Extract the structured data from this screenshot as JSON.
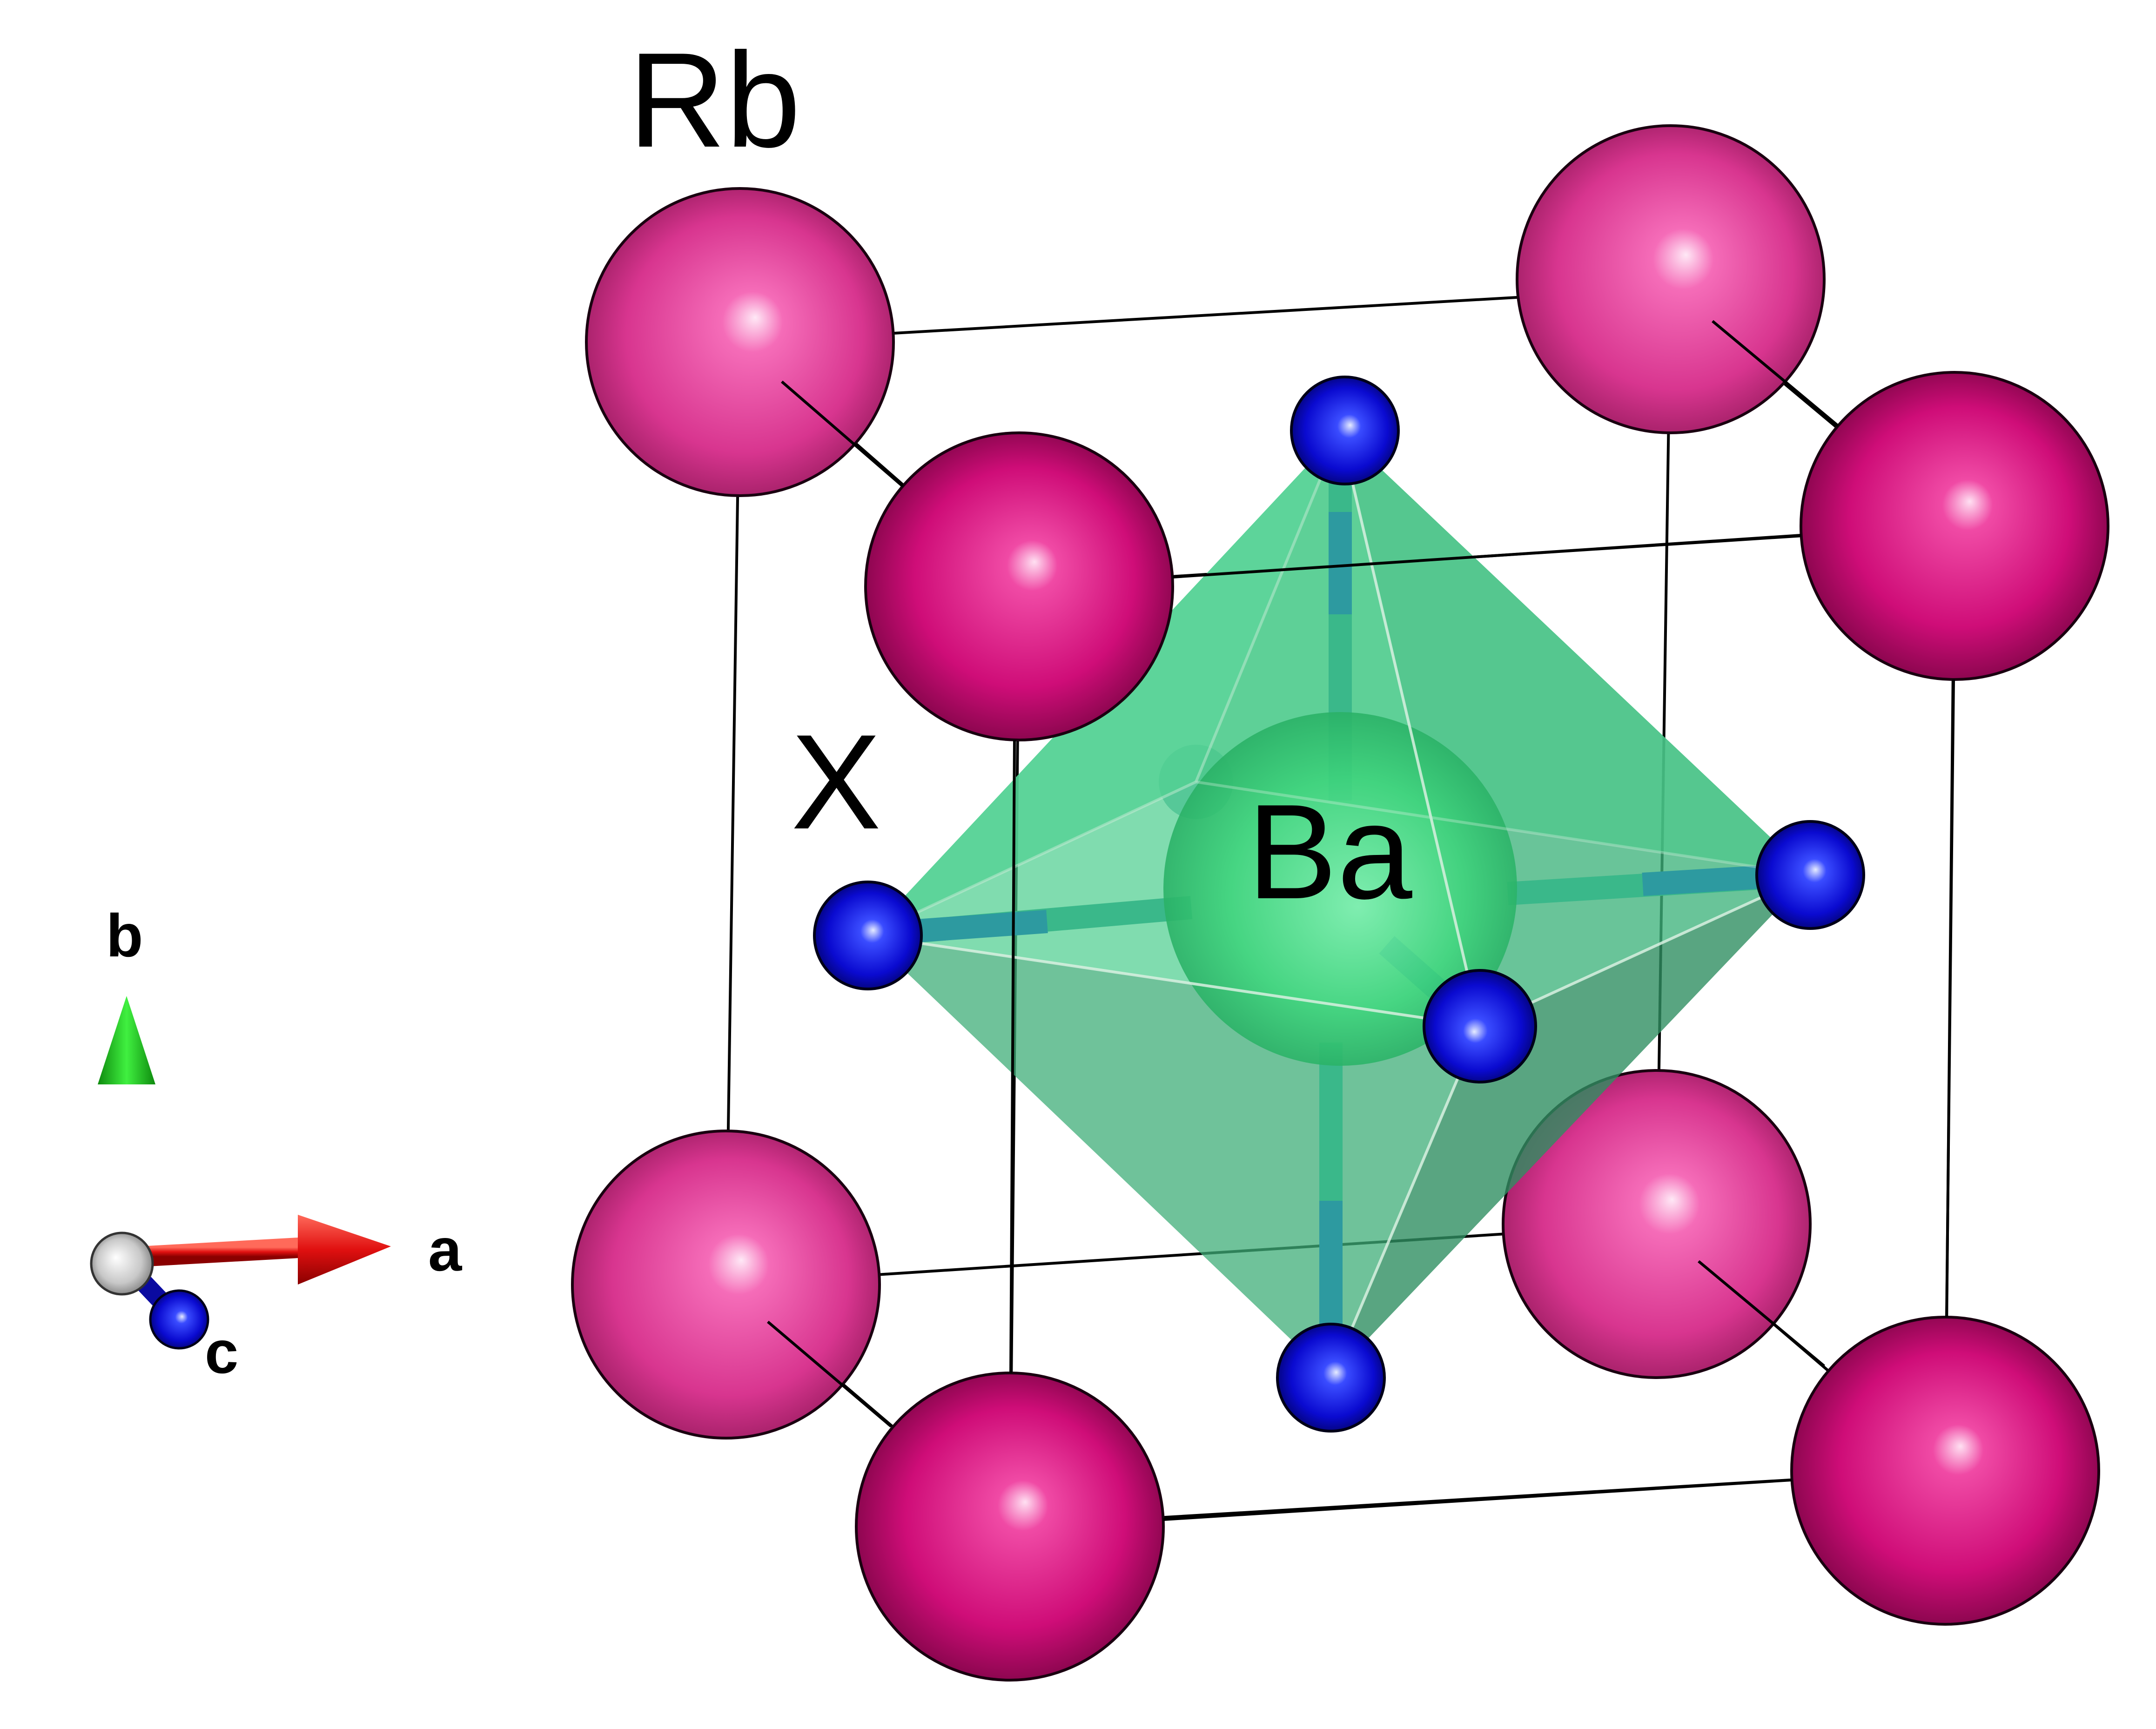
{
  "labels": {
    "rb": "Rb",
    "ba": "Ba",
    "x": "X"
  },
  "axes": {
    "a": "a",
    "b": "b",
    "c": "c"
  },
  "colors": {
    "rb_atom": "#e0157f",
    "ba_atom": "#3ad67a",
    "x_atom": "#0a0ad0",
    "octahedron": "#3cc47a",
    "axis_a": "#e01010",
    "axis_b": "#20d020",
    "axis_c": "#0a0aa0",
    "cell_edge": "#000000"
  }
}
